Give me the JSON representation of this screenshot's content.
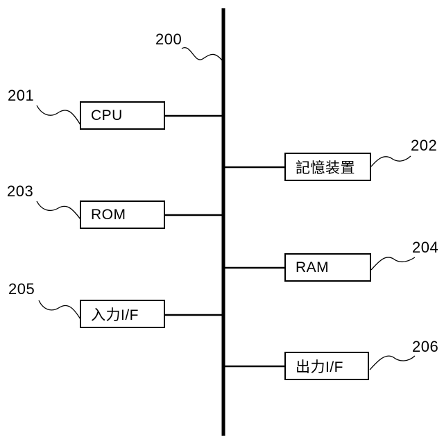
{
  "diagram": {
    "bus_ref": "200",
    "components": [
      {
        "ref": "201",
        "label": "CPU"
      },
      {
        "ref": "202",
        "label": "記憶装置"
      },
      {
        "ref": "203",
        "label": "ROM"
      },
      {
        "ref": "204",
        "label": "RAM"
      },
      {
        "ref": "205",
        "label": "入力I/F"
      },
      {
        "ref": "206",
        "label": "出力I/F"
      }
    ]
  }
}
